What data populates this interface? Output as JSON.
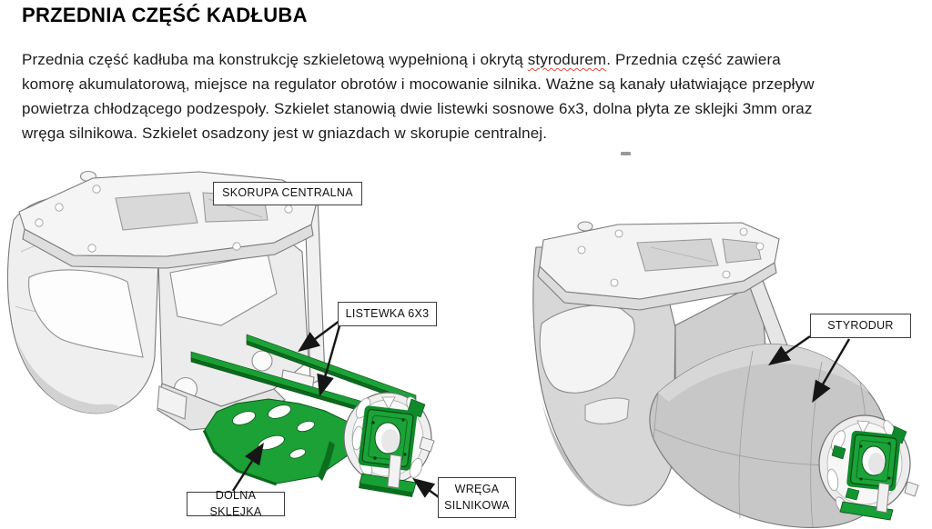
{
  "page": {
    "title": "PRZEDNIA CZĘŚĆ KADŁUBA",
    "paragraph": {
      "line1_part1": "Przednia część kadłuba ma konstrukcję szkieletową wypełnioną i okrytą ",
      "line1_misspelled": "styrodurem",
      "line1_part2": ". Przednia część zawiera",
      "line2": "komorę akumulatorową, miejsce na regulator obrotów i mocowanie silnika. Ważne są kanały ułatwiające przepływ",
      "line3": "powietrza chłodzącego podzespoły. Szkielet stanowią dwie listewki sosnowe 6x3, dolna płyta ze sklejki 3mm oraz",
      "line4": "wręga silnikowa. Szkielet osadzony jest w gniazdach w skorupie centralnej."
    }
  },
  "figure_left": {
    "callouts": {
      "skorupa_centralna": "SKORUPA CENTRALNA",
      "listewka_6x3": "LISTEWKA 6X3",
      "dolna_sklejka": "DOLNA SKLEJKA",
      "wrega_silnikowa": "WRĘGA SILNIKOWA"
    }
  },
  "figure_right": {
    "callouts": {
      "styrodur": "STYRODUR"
    }
  },
  "colors": {
    "highlight_green": "#1CA338",
    "highlight_green_dark": "#0B6E1F",
    "shell_gray": "#EFEFEF",
    "foam_gray": "#C7C7C7",
    "callout_border": "#3D3D3D",
    "arrow_black": "#161616",
    "spellcheck_red": "#E0483A"
  }
}
